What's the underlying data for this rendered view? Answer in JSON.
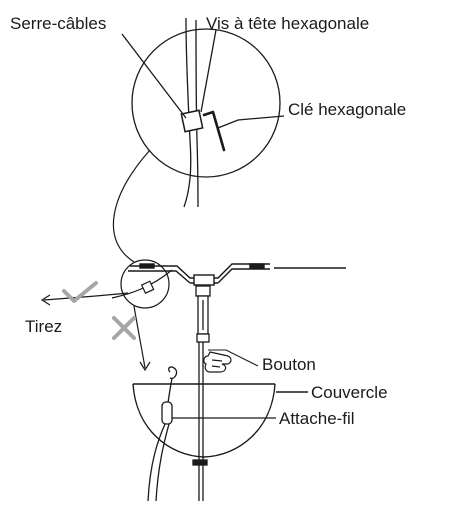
{
  "labels": {
    "cable_ties": "Serre-câbles",
    "hex_screw": "Vis à tête hexagonale",
    "hex_key": "Clé hexagonale",
    "pull": "Tirez",
    "button": "Bouton",
    "cover": "Couvercle",
    "wire_clip": "Attache-fil"
  },
  "colors": {
    "line": "#1a1a1a",
    "check": "#a6a6a6",
    "cross": "#a6a6a6"
  },
  "icons": {
    "correct": "check-mark-icon",
    "wrong": "cross-mark-icon",
    "hand": "pointing-hand-icon"
  }
}
